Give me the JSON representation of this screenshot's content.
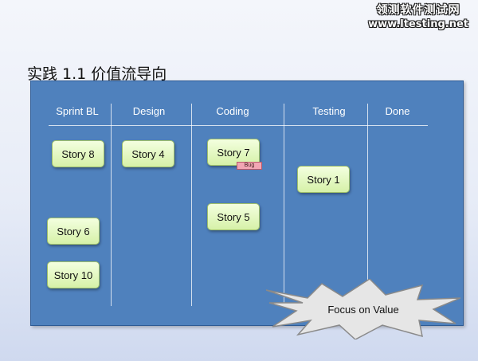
{
  "watermark": {
    "line1": "领测软件测试网",
    "line2": "www.ltesting.net"
  },
  "slide": {
    "title": "实践 1.1 价值流导向"
  },
  "board": {
    "columns": [
      {
        "label": "Sprint BL"
      },
      {
        "label": "Design"
      },
      {
        "label": "Coding"
      },
      {
        "label": "Testing"
      },
      {
        "label": "Done"
      }
    ],
    "cards": [
      {
        "label": "Story 8",
        "column": "Sprint BL"
      },
      {
        "label": "Story 6",
        "column": "Sprint BL"
      },
      {
        "label": "Story 10",
        "column": "Sprint BL"
      },
      {
        "label": "Story 4",
        "column": "Design"
      },
      {
        "label": "Story 7",
        "column": "Coding"
      },
      {
        "label": "Story 5",
        "column": "Coding"
      },
      {
        "label": "Story 1",
        "column": "Testing"
      }
    ],
    "bug_tag": "Bug"
  },
  "callout": {
    "label": "Focus on Value",
    "colors": {
      "fill": "#e6e6e6",
      "stroke": "#8a8a8a"
    }
  },
  "colors": {
    "board": "#4f81bd",
    "card": "#d6f1a8",
    "bug": "#f2a6b4"
  }
}
